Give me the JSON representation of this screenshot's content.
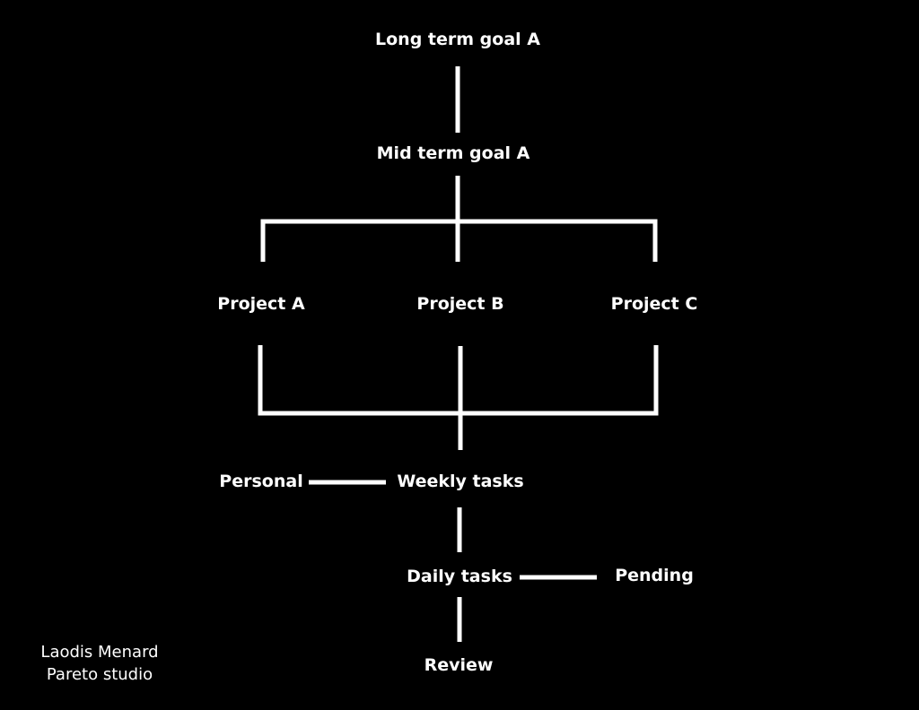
{
  "diagram": {
    "line_color": "#ffffff",
    "background_color": "#000000",
    "nodes": {
      "long_term_goal": "Long term goal A",
      "mid_term_goal": "Mid term goal A",
      "project_a": "Project A",
      "project_b": "Project B",
      "project_c": "Project C",
      "personal": "Personal",
      "weekly_tasks": "Weekly tasks",
      "daily_tasks": "Daily tasks",
      "pending": "Pending",
      "review": "Review"
    }
  },
  "credit": {
    "author": "Laodis Menard",
    "studio": "Pareto studio"
  }
}
